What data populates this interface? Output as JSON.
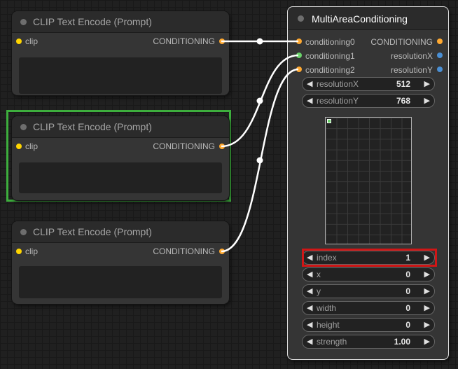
{
  "clip_nodes": [
    {
      "title": "CLIP Text Encode (Prompt)",
      "input_label": "clip",
      "output_label": "CONDITIONING"
    },
    {
      "title": "CLIP Text Encode (Prompt)",
      "input_label": "clip",
      "output_label": "CONDITIONING"
    },
    {
      "title": "CLIP Text Encode (Prompt)",
      "input_label": "clip",
      "output_label": "CONDITIONING"
    }
  ],
  "multi_node": {
    "title": "MultiAreaConditioning",
    "inputs": [
      "conditioning0",
      "conditioning1",
      "conditioning2"
    ],
    "outputs": [
      "CONDITIONING",
      "resolutionX",
      "resolutionY"
    ],
    "widgets": {
      "resolutionX": {
        "label": "resolutionX",
        "value": "512"
      },
      "resolutionY": {
        "label": "resolutionY",
        "value": "768"
      },
      "index": {
        "label": "index",
        "value": "1"
      },
      "x": {
        "label": "x",
        "value": "0"
      },
      "y": {
        "label": "y",
        "value": "0"
      },
      "width": {
        "label": "width",
        "value": "0"
      },
      "height": {
        "label": "height",
        "value": "0"
      },
      "strength": {
        "label": "strength",
        "value": "1.00"
      }
    }
  },
  "arrows": {
    "left": "◀",
    "right": "▶"
  },
  "colors": {
    "clip_slot": "#ffd500",
    "conditioning_slot": "#ffa931",
    "int_output_slot": "#4a8fd4",
    "selected_input_slot": "#6ad36a",
    "selection_outline": "#3dae3d",
    "highlight": "#d01616",
    "wire": "#ffffff"
  }
}
